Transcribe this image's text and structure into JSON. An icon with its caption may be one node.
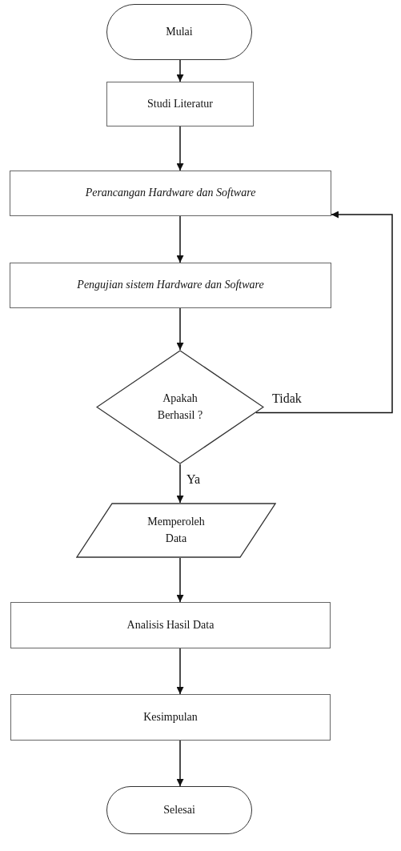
{
  "diagram": {
    "nodes": [
      {
        "text": [
          "Mulai"
        ]
      },
      {
        "text": [
          "Studi Literatur"
        ]
      },
      {
        "text": [
          "Perancangan Hardware dan Software"
        ]
      },
      {
        "text": [
          "Pengujian sistem Hardware dan Software"
        ]
      },
      {
        "text": [
          "Apakah Berhasil ?"
        ]
      },
      {
        "text": [
          "Memperoleh Data"
        ]
      },
      {
        "text": [
          "Analisis Hasil Data"
        ]
      },
      {
        "text": [
          "Kesimpulan"
        ]
      },
      {
        "text": [
          "Selesai"
        ]
      }
    ],
    "edges": [
      {
        "from": 0,
        "to": 1,
        "arrow": "to"
      },
      {
        "from": 1,
        "to": 2,
        "arrow": "to"
      },
      {
        "from": 2,
        "to": 3,
        "arrow": "to"
      },
      {
        "from": 3,
        "to": 4,
        "arrow": "to"
      },
      {
        "from": 4,
        "to": 5,
        "arrow": "to",
        "label": "Ya"
      },
      {
        "from": 4,
        "to": 2,
        "arrow": "to",
        "label": "Tidak"
      },
      {
        "from": 5,
        "to": 6,
        "arrow": "to"
      },
      {
        "from": 6,
        "to": 7,
        "arrow": "to"
      },
      {
        "from": 7,
        "to": 8,
        "arrow": "to"
      }
    ]
  }
}
